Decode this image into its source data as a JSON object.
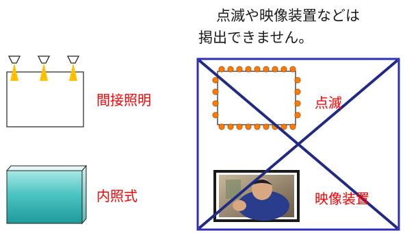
{
  "caption": {
    "line1": "点滅や映像装置などは",
    "line2": "掲出できません。"
  },
  "labels": {
    "indirect_lighting": "間接照明",
    "internal_lighting": "内照式",
    "blinking": "点滅",
    "video_device": "映像装置"
  },
  "colors": {
    "label_red": "#ff0000",
    "frame_blue": "#2e2eb8",
    "cross_navy": "#202a84",
    "lamp_yellow": "#ffc000",
    "bulb_orange": "#ff7a00",
    "box_teal": "#40c0c0"
  },
  "icons": {
    "lamps": [
      "spotlight-icon",
      "spotlight-icon",
      "spotlight-icon"
    ],
    "photo": "photo-icon"
  }
}
